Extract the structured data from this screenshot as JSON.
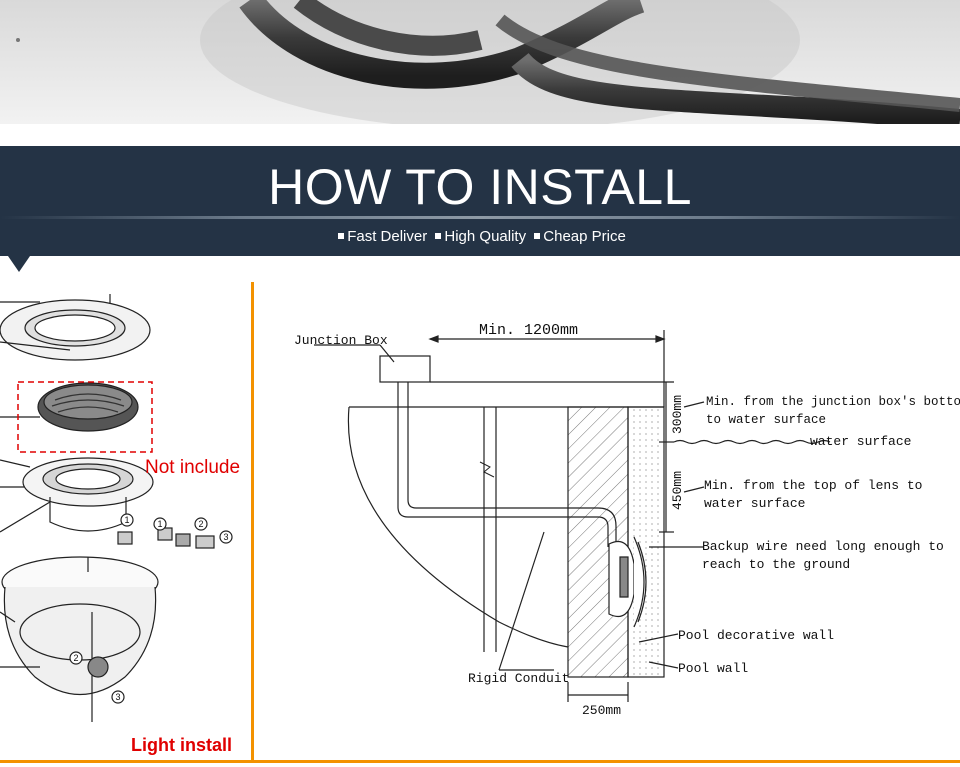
{
  "banner": {
    "title": "HOW TO INSTALL",
    "features": [
      "Fast Deliver",
      "High Quality",
      "Cheap Price"
    ]
  },
  "parts_panel": {
    "not_include": "Not include",
    "light_install": "Light install",
    "callouts": [
      "1",
      "2",
      "3",
      "1",
      "2",
      "3"
    ]
  },
  "diagram": {
    "junction_box": "Junction Box",
    "min_distance": "Min. 1200mm",
    "dim_300": "300mm",
    "dim_450": "450mm",
    "dim_250": "250mm",
    "note_junction_line1": "Min. from the junction box's bottom",
    "note_junction_line2": "to water surface",
    "water_surface": "water surface",
    "note_lens_line1": "Min. from the top of lens to",
    "note_lens_line2": "water surface",
    "note_backup_line1": "Backup wire need long enough to",
    "note_backup_line2": "reach to the ground",
    "pool_decorative_wall": "Pool decorative wall",
    "pool_wall": "Pool wall",
    "rigid_conduit": "Rigid Conduit"
  },
  "colors": {
    "banner": "#243345",
    "accent_orange": "#f39200",
    "label_red": "#e00000"
  }
}
